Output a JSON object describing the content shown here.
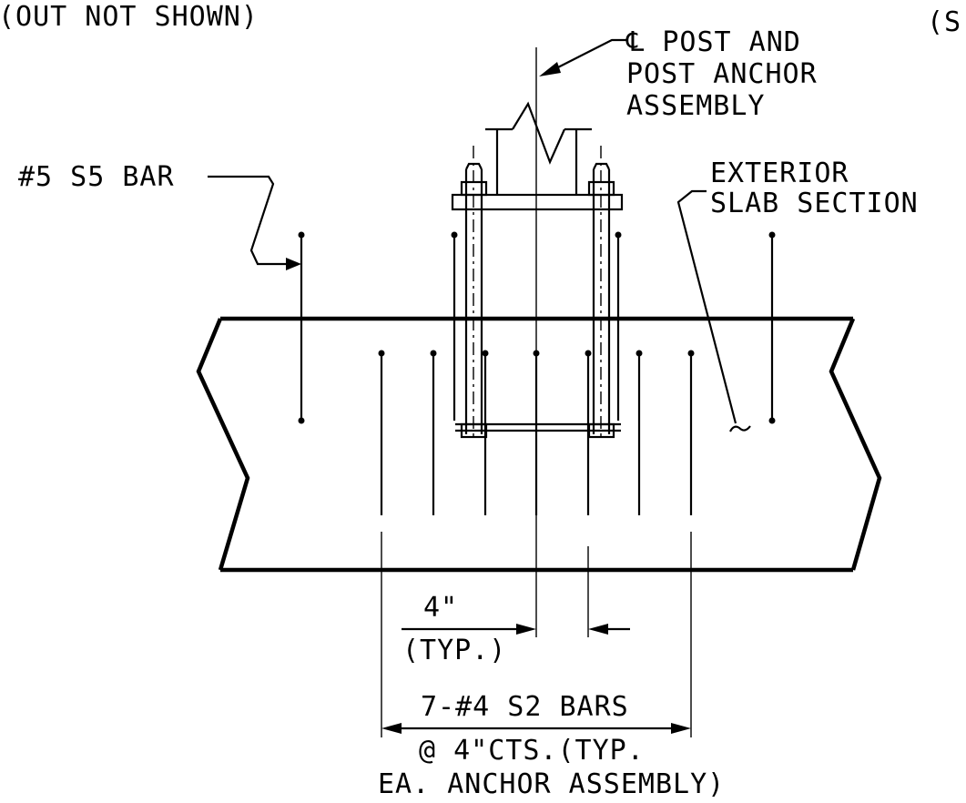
{
  "labels": {
    "layout_note": "(OUT NOT SHOWN)",
    "right_note": "(S",
    "post_cl_1": "℄ POST AND",
    "post_cl_2": "POST ANCHOR",
    "post_cl_3": "ASSEMBLY",
    "s5_bar": "#5 S5 BAR",
    "exterior_1": "EXTERIOR",
    "exterior_2": "SLAB SECTION",
    "dim_spacing": "4\"",
    "dim_spacing_typ": "(TYP.)",
    "s2_bars": "7-#4 S2 BARS",
    "s2_spacing": "@ 4\"CTS.(TYP.",
    "s2_each": "EA. ANCHOR ASSEMBLY)"
  },
  "colors": {
    "ink": "#000000",
    "paper": "#ffffff"
  }
}
